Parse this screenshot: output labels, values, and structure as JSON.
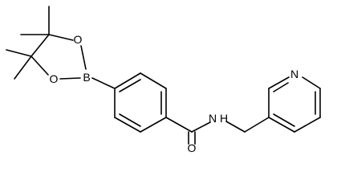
{
  "molecule": {
    "atom_labels": {
      "boron": "B",
      "ring_oxygen_top": "O",
      "ring_oxygen_bottom": "O",
      "carbonyl_oxygen": "O",
      "amide_nitrogen": "N",
      "amide_hydrogen": "H",
      "pyridine_nitrogen": "N"
    }
  },
  "colors": {
    "bond": "#000000",
    "label": "#000000",
    "background": "#ffffff"
  }
}
